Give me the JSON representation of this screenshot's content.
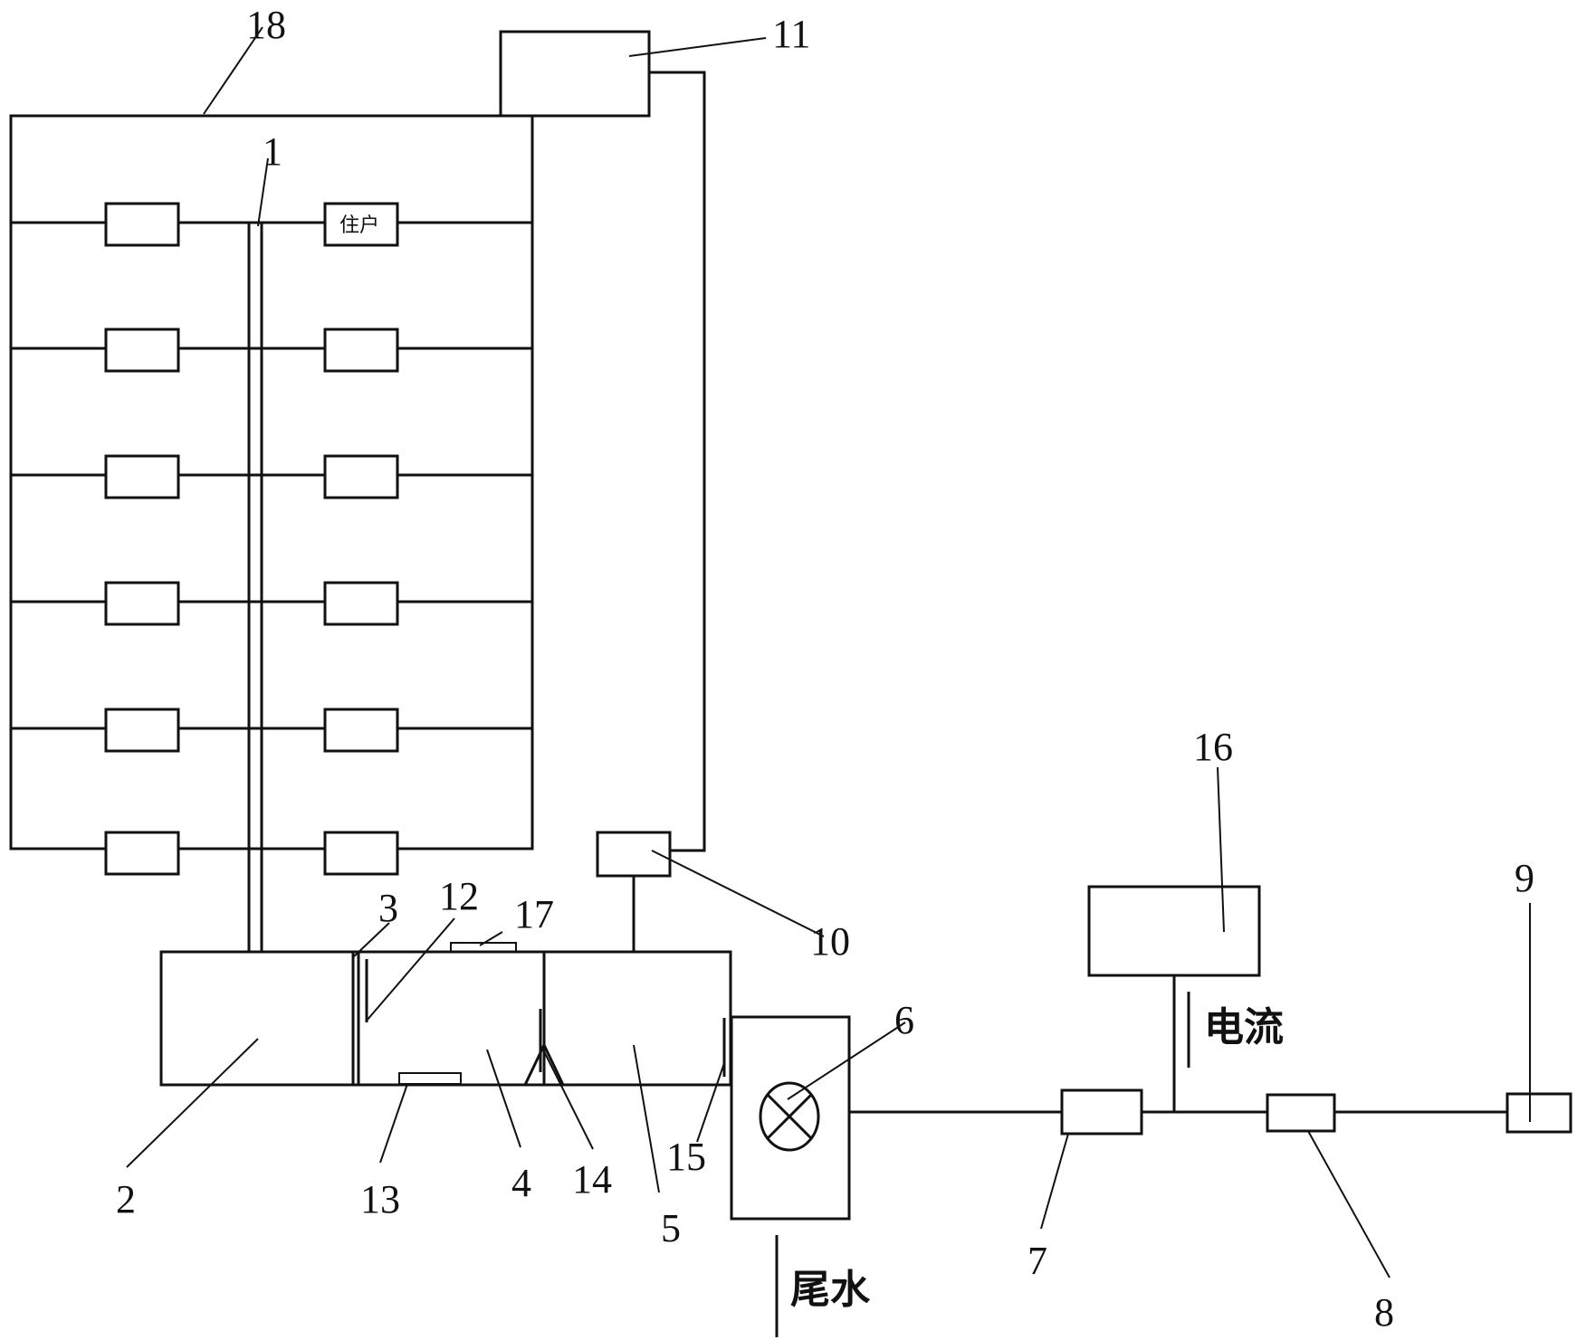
{
  "labels": {
    "l1": "1",
    "l2": "2",
    "l3": "3",
    "l4": "4",
    "l5": "5",
    "l6": "6",
    "l7": "7",
    "l8": "8",
    "l9": "9",
    "l10": "10",
    "l11": "11",
    "l12": "12",
    "l13": "13",
    "l14": "14",
    "l15": "15",
    "l16": "16",
    "l17": "17",
    "l18": "18"
  },
  "texts": {
    "current": "电流",
    "tailwater": "尾水",
    "household": "住户"
  }
}
